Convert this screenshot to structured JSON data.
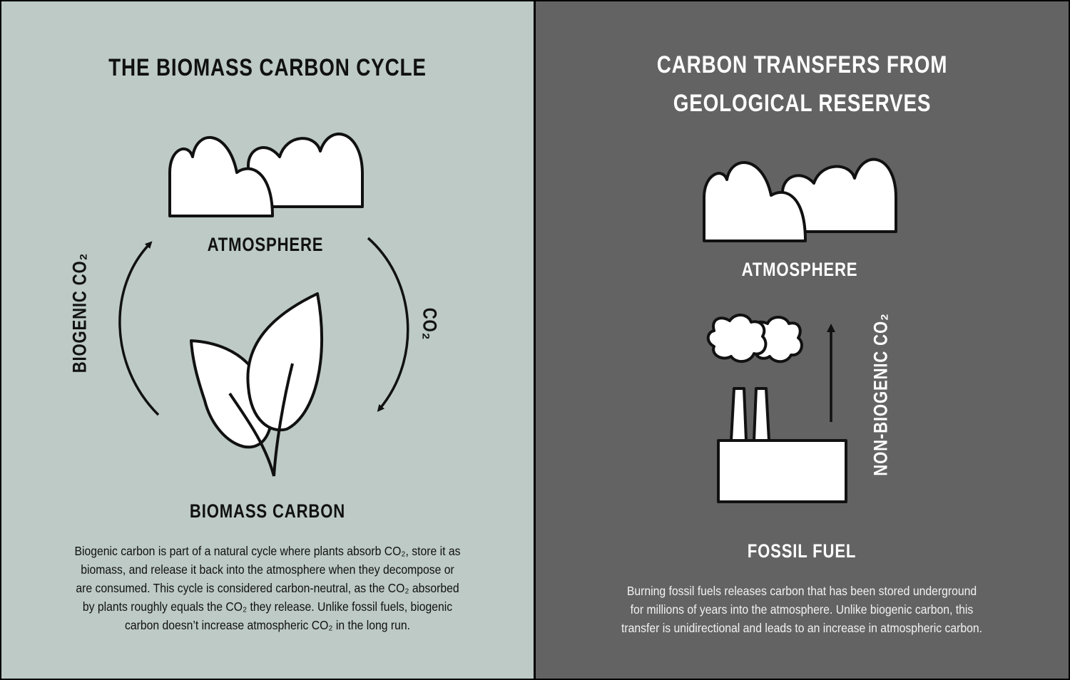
{
  "left": {
    "title": "THE BIOMASS CARBON CYCLE",
    "atmosphere_label": "ATMOSPHERE",
    "biomass_label": "BIOMASS CARBON",
    "biogenic_arrow_label": "BIOGENIC CO₂",
    "co2_arrow_label": "CO₂",
    "description": "Biogenic carbon is part of a natural cycle where plants absorb CO₂, store it as biomass, and release it back into the atmosphere when they decompose or are consumed. This cycle is considered carbon-neutral, as the CO₂ absorbed by plants roughly equals the CO₂ they release. Unlike fossil fuels, biogenic carbon doesn’t increase atmospheric CO₂ in the long run.",
    "background": "#bdcac6"
  },
  "right": {
    "title_line1": "CARBON TRANSFERS FROM",
    "title_line2": "GEOLOGICAL RESERVES",
    "atmosphere_label": "ATMOSPHERE",
    "fossil_label": "FOSSIL FUEL",
    "arrow_label": "NON-BIOGENIC CO₂",
    "description": "Burning fossil fuels releases carbon that has been stored underground for millions of years into the atmosphere. Unlike biogenic carbon, this transfer is unidirectional and leads to an increase in atmospheric carbon.",
    "background": "#636363"
  }
}
